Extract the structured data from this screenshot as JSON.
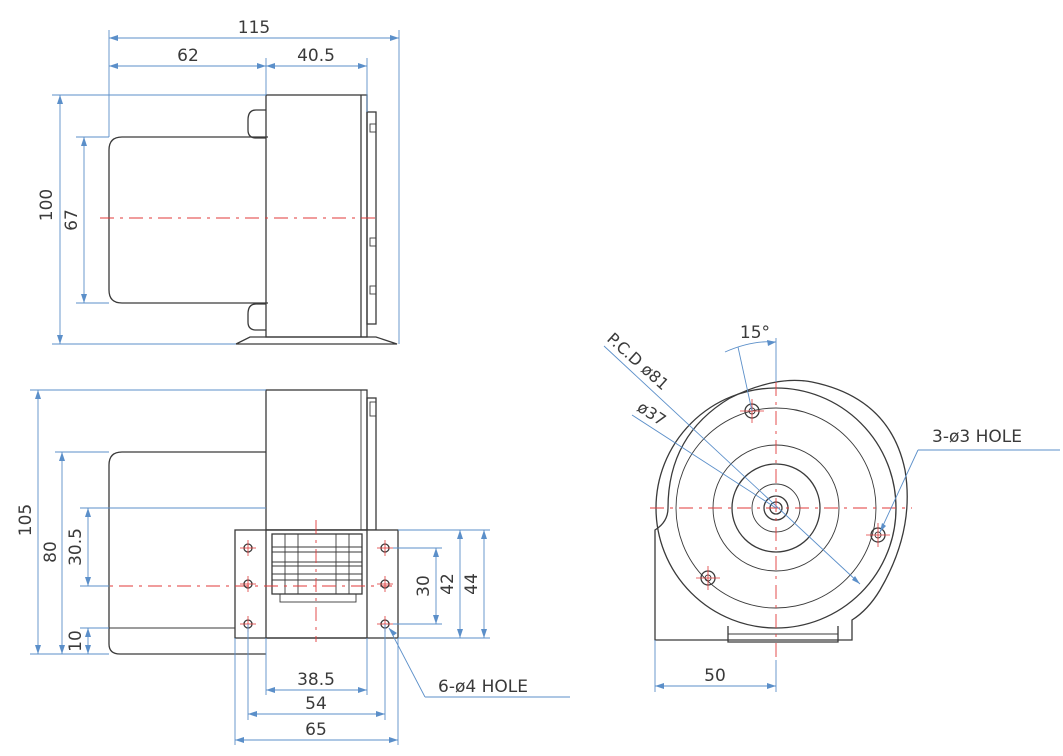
{
  "top_view": {
    "dims": {
      "overall_width": "115",
      "motor_length": "62",
      "housing_depth": "40.5",
      "overall_height": "100",
      "motor_diameter": "67"
    }
  },
  "front_view": {
    "dims": {
      "overall_height": "105",
      "motor_height": "80",
      "outlet_center": "30.5",
      "base_offset": "10",
      "outlet_inner": "38.5",
      "hole_spacing": "54",
      "flange_width": "65",
      "hole_pitch_v": "30",
      "hole_span_v": "42",
      "flange_height": "44"
    },
    "callout": "6-ø4 HOLE"
  },
  "side_view": {
    "dims": {
      "angle": "15°",
      "pcd": "P.C.D ø81",
      "hub": "ø37",
      "offset": "50"
    },
    "callout": "3-ø3 HOLE"
  },
  "colors": {
    "outline": "#3a3a3a",
    "dimension": "#5b8fc9",
    "centerline": "#e03a3a"
  }
}
